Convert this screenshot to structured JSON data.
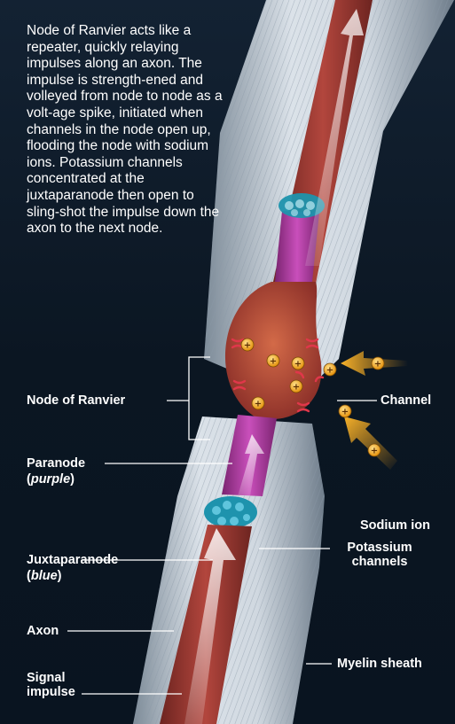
{
  "description_text": "Node of Ranvier acts like a repeater, quickly relaying impulses along an axon. The impulse is strength-ened and volleyed from node to node as a volt-age spike, initiated when channels in the node open up, flooding the node with sodium ions. Potassium channels concentrated at the juxtaparanode then open to sling-shot the impulse down the axon to the next node.",
  "labels": {
    "node_of_ranvier": "Node of Ranvier",
    "channel": "Channel",
    "paranode": "Paranode",
    "paranode_color_open": "(",
    "paranode_color": "purple",
    "paranode_color_close": ")",
    "sodium_ion": "Sodium ion",
    "juxtaparanode": "Juxtaparanode",
    "juxtaparanode_color_open": "(",
    "juxtaparanode_color": "blue",
    "juxtaparanode_color_close": ")",
    "potassium_line1": "Potassium",
    "potassium_line2": "channels",
    "axon": "Axon",
    "myelin_sheath": "Myelin sheath",
    "signal_line1": "Signal",
    "signal_line2": "impulse"
  },
  "ion_symbol": "+",
  "colors": {
    "background": "#0c1724",
    "axon": "#a4403a",
    "paranode": "#b03fa4",
    "juxtaparanode": "#1e93ad",
    "node": "#c2553a",
    "sodium_ion": "#f3a318",
    "myelin": "#c9d2dc",
    "channel": "#e0374a"
  }
}
